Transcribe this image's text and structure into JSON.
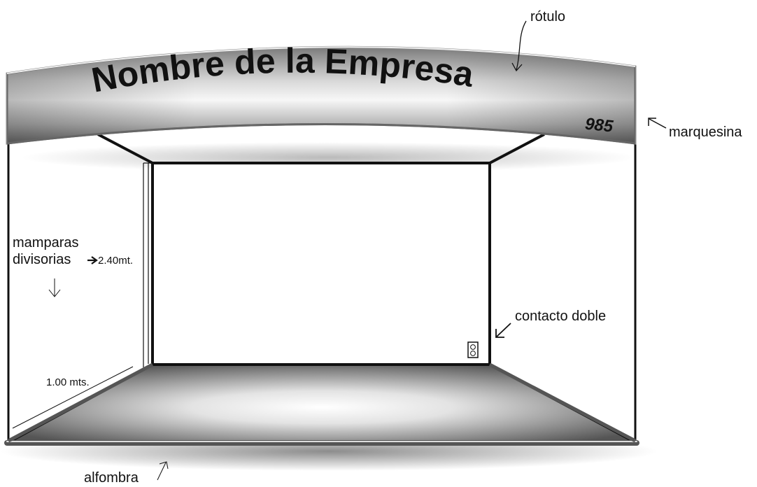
{
  "sign": {
    "company_name": "Nombre de la Empresa",
    "booth_number": "985"
  },
  "labels": {
    "rotulo": "rótulo",
    "marquesina": "marquesina",
    "mamparas_line1": "mamparas",
    "mamparas_line2": "divisorias",
    "height": "2.40mt.",
    "depth": "1.00 mts.",
    "contacto": "contacto doble",
    "alfombra": "alfombra"
  },
  "colors": {
    "frame": "#111111",
    "panel": "#ffffff",
    "chrome_dark": "#6e6e6e",
    "chrome_light": "#f4f4f4"
  }
}
